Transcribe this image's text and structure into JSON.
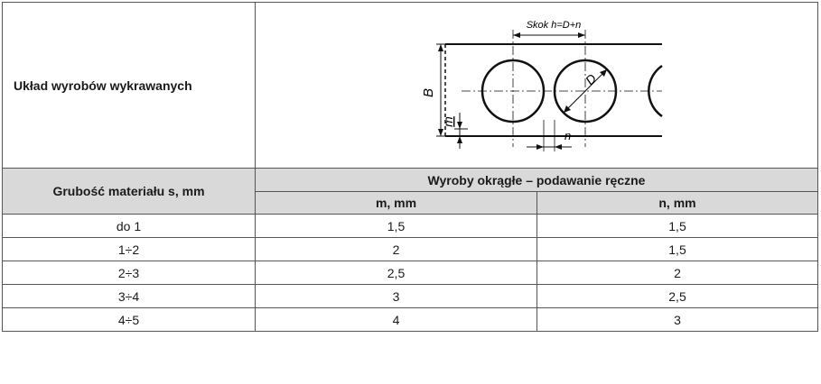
{
  "layout_label": "Układ wyrobów wykrawanych",
  "diagram": {
    "pitch_label": "Skok h=D+n",
    "B_label": "B",
    "m_label": "m",
    "D_label": "D",
    "n_label": "n"
  },
  "table": {
    "thickness_header": "Grubość materiału s, mm",
    "group_header": "Wyroby okrągłe – podawanie ręczne",
    "m_header": "m, mm",
    "n_header": "n, mm",
    "rows": [
      {
        "s": "do 1",
        "m": "1,5",
        "n": "1,5"
      },
      {
        "s": "1÷2",
        "m": "2",
        "n": "1,5"
      },
      {
        "s": "2÷3",
        "m": "2,5",
        "n": "2"
      },
      {
        "s": "3÷4",
        "m": "3",
        "n": "2,5"
      },
      {
        "s": "4÷5",
        "m": "4",
        "n": "3"
      }
    ]
  }
}
